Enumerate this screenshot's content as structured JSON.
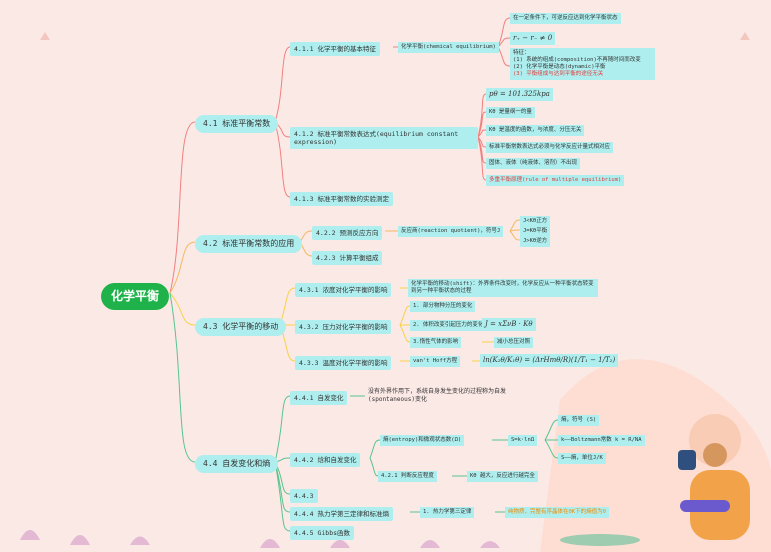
{
  "root": "化学平衡",
  "sections": {
    "s1": {
      "label": "4.1 标准平衡常数",
      "c1": {
        "label": "4.1.1 化学平衡的基本特征",
        "concept": "化学平衡(chemical equilibrium)",
        "items": [
          "在一定条件下，可逆反应达到化学平衡状态",
          "r₊ − r₋ ≠ 0"
        ],
        "features": {
          "title": "特征：",
          "line1": "(1) 系统的组成(composition)不再随时间而改变",
          "line2": "(2) 化学平衡是动态(dynamic)平衡",
          "line3": "(3) 平衡组成与达到平衡的途径无关"
        }
      },
      "c2": {
        "label": "4.1.2 标准平衡常数表达式(equilibrium constant expression)",
        "items": [
          "pθ = 101.325kpa",
          "Kθ 是量纲一的量",
          "Kθ 是温度的函数，与浓度、分压无关",
          "标准平衡常数表达式必须与化学反应计量式相对应",
          "固体、液体（纯液体、溶剂）不出现",
          "多重平衡原理(rule of multiple equilibrium)"
        ]
      },
      "c3": "4.1.3 标准平衡常数的实验测定"
    },
    "s2": {
      "label": "4.2 标准平衡常数的应用",
      "c1": "4.2.2 预测反应方向",
      "quotient": "反应商(reaction quotient)，符号J",
      "compare": [
        "J<Kθ正方",
        "J=Kθ平衡",
        "J>Kθ逆方"
      ],
      "c2": "4.2.3 计算平衡组成"
    },
    "s3": {
      "label": "4.3 化学平衡的移动",
      "c1": "4.3.1 浓度对化学平衡的影响",
      "c1_detail": "化学平衡的移动(shift)：外界条件改变时，化学反应从一种平衡状态转变到另一种平衡状态的过程",
      "c2": "4.3.2 压力对化学平衡的影响",
      "p1": "1. 部分物种分压的变化",
      "p2": "2. 体积改变引起压力的变化",
      "p2_formula": "J = xΣνB · Kθ",
      "p3": "3.惰性气体的影响",
      "p3_note": "减小总压对照",
      "c3": "4.3.3 温度对化学平衡的影响",
      "hoff": "van't Hoff方程",
      "hoff_formula": "ln(K₂θ/K₁θ) = (ΔrHmθ/R)(1/T₁ − 1/T₂)"
    },
    "s4": {
      "label": "4.4 自发变化和熵",
      "c1": "4.4.1 自发变化",
      "c1_detail": "没有外界作用下，系统自身发生变化的过程称为自发(spontaneous)变化",
      "c2": "4.4.2 焓和自发变化",
      "entropy": "熵(entropy)和微观状态数(Ω)",
      "boltz": "S=k·lnΩ",
      "b1": "熵，符号 (S)",
      "b2": "k——Boltzmann常数  k = R/NA",
      "b3": "S——熵，单位J/K",
      "c2_1": "4.2.1 判断反应程度",
      "c2_1_detail": "Kθ 越大，反应进行越完全",
      "c3": "4.4.3",
      "c4": "4.4.4 热力学第三定律和标准熵",
      "law3": "1. 热力学第三定律",
      "law3_detail": "纯物质，完整有序晶体在0K下的熵值为0",
      "c5": "4.4.5 Gibbs函数"
    }
  },
  "colors": {
    "branch1": "#f08080",
    "branch2": "#f4b860",
    "branch3": "#f5d24a",
    "branch4": "#58c490",
    "root": "#1fb24a",
    "node": "#aeeeee"
  }
}
